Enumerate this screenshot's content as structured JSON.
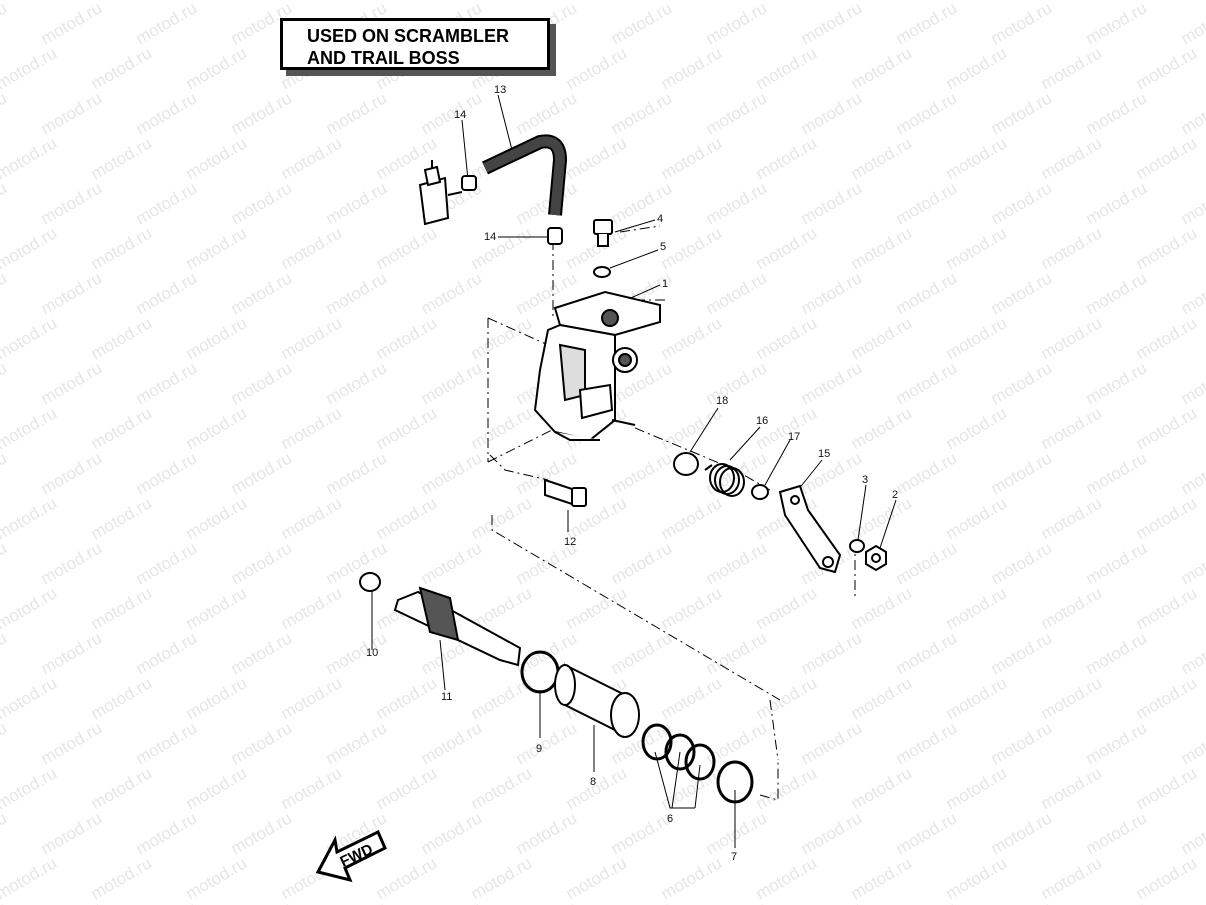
{
  "title_box": {
    "line1": "USED ON SCRAMBLER",
    "line2": "AND TRAIL BOSS"
  },
  "watermark": "motod.ru",
  "fwd_label": "FWD",
  "callouts": {
    "c1": "1",
    "c2": "2",
    "c3": "3",
    "c4": "4",
    "c5": "5",
    "c6": "6",
    "c7": "7",
    "c8": "8",
    "c9": "9",
    "c10": "10",
    "c11": "11",
    "c12": "12",
    "c13": "13",
    "c14a": "14",
    "c14b": "14",
    "c15": "15",
    "c16": "16",
    "c17": "17",
    "c18": "18"
  }
}
